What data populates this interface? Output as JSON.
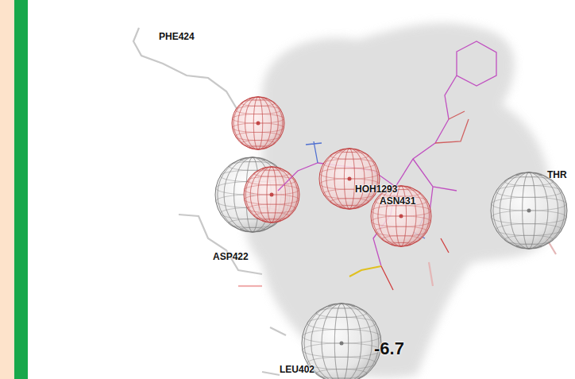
{
  "diagram": {
    "labels": [
      "PHE424",
      "HOH1293",
      "ASN431",
      "THR",
      "ASP422",
      "-6.7",
      "LEU402"
    ]
  }
}
